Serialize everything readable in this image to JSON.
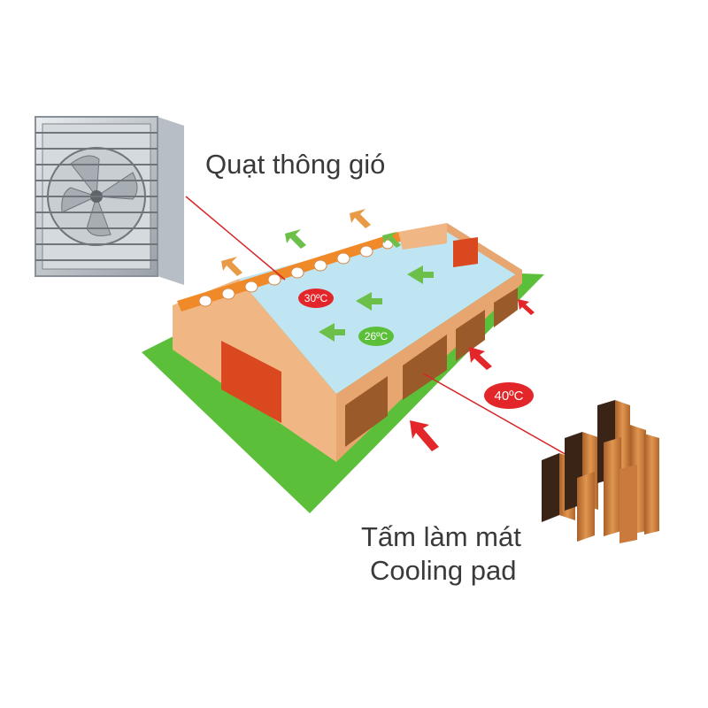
{
  "labels": {
    "fan": "Quạt thông gió",
    "pad_vi": "Tấm làm mát",
    "pad_en": "Cooling pad"
  },
  "temperatures": {
    "roof_hot": "30ºC",
    "inside": "26ºC",
    "outside": "40ºC"
  },
  "colors": {
    "ground": "#5cbf3a",
    "roof": "#bfe4f2",
    "wall": "#f0b683",
    "fan_strip": "#f08a28",
    "door": "#d9481f",
    "cool_arrow": "#6cc04a",
    "hot_arrow": "#e3262a",
    "pointer_line": "#d7262a",
    "pad": "#c97a3c",
    "pad_dark": "#3a2416"
  },
  "icons": {
    "fan": "exhaust-fan-icon",
    "pad": "cooling-pad-icon",
    "building": "farm-house-icon"
  }
}
